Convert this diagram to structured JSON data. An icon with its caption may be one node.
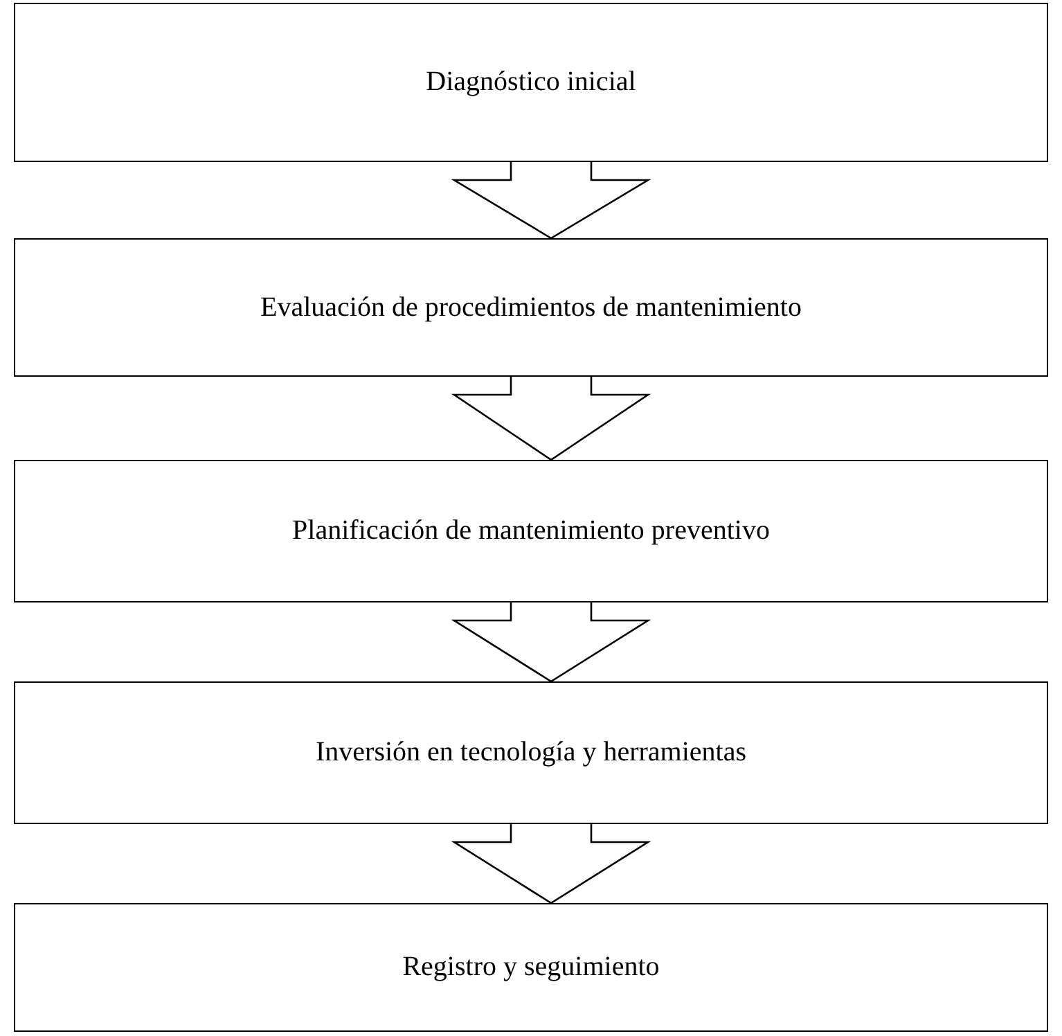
{
  "diagram": {
    "nodes": [
      {
        "text": [
          "Diagnóstico inicial"
        ]
      },
      {
        "text": [
          "Evaluación de procedimientos de mantenimiento"
        ]
      },
      {
        "text": [
          "Planificación de mantenimiento preventivo"
        ]
      },
      {
        "text": [
          "Inversión en tecnología y herramientas"
        ]
      },
      {
        "text": [
          "Registro y seguimiento"
        ]
      }
    ],
    "edges": [
      {
        "from": 0,
        "to": 1,
        "arrow": "to"
      },
      {
        "from": 1,
        "to": 2,
        "arrow": "to"
      },
      {
        "from": 2,
        "to": 3,
        "arrow": "to"
      },
      {
        "from": 3,
        "to": 4,
        "arrow": "to"
      }
    ]
  }
}
